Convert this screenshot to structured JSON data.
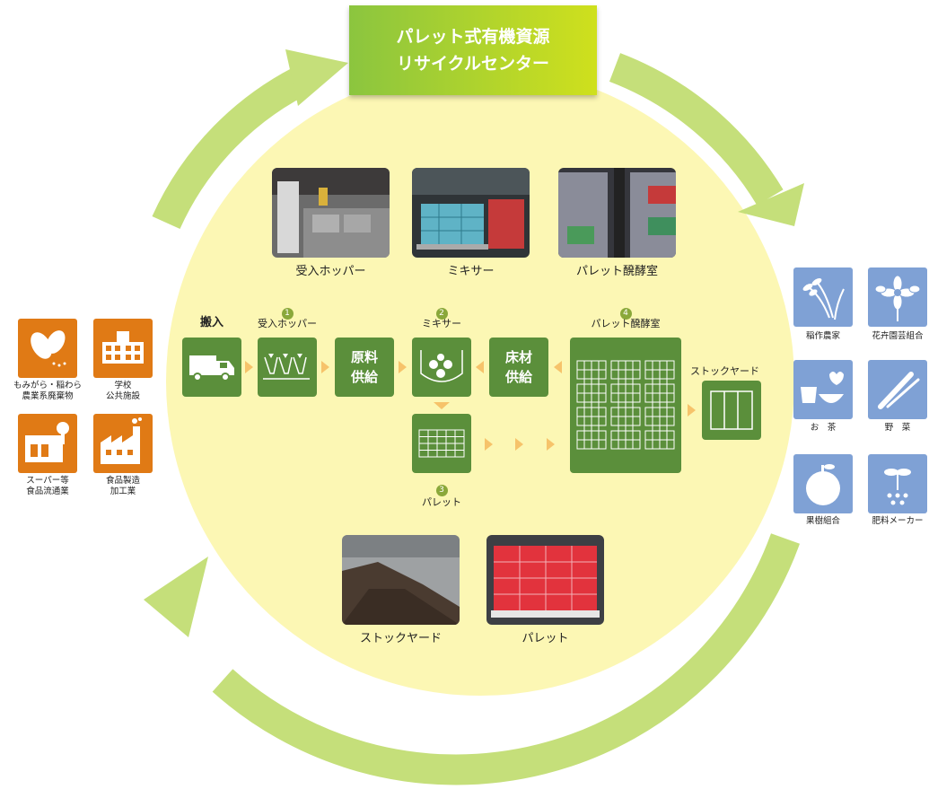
{
  "center": {
    "title_line1": "パレット式有機資源",
    "title_line2": "リサイクルセンター"
  },
  "photos": {
    "hopper": "受入ホッパー",
    "mixer": "ミキサー",
    "fermentation": "パレット醗酵室",
    "stockyard": "ストックヤード",
    "pallet": "パレット"
  },
  "process": {
    "intake": "搬入",
    "step1_num": "1",
    "step1": "受入ホッパー",
    "raw_line1": "原料",
    "raw_line2": "供給",
    "step2_num": "2",
    "step2": "ミキサー",
    "bed_line1": "床材",
    "bed_line2": "供給",
    "step4_num": "4",
    "step4": "パレット醗酵室",
    "step3_num": "3",
    "step3": "パレット",
    "stockyard": "ストックヤード"
  },
  "sources": [
    {
      "label_line1": "もみがら・稲わら",
      "label_line2": "農業系廃棄物",
      "icon": "peanut-icon"
    },
    {
      "label_line1": "学校",
      "label_line2": "公共施設",
      "icon": "school-icon"
    },
    {
      "label_line1": "スーパー等",
      "label_line2": "食品流通業",
      "icon": "store-icon"
    },
    {
      "label_line1": "食品製造",
      "label_line2": "加工業",
      "icon": "factory-icon"
    }
  ],
  "destinations": [
    {
      "label": "稲作農家",
      "icon": "rice-icon"
    },
    {
      "label": "花卉園芸組合",
      "icon": "flower-icon"
    },
    {
      "label": "お　茶",
      "icon": "tea-icon"
    },
    {
      "label": "野　菜",
      "icon": "vegetable-icon"
    },
    {
      "label": "果樹組合",
      "icon": "fruit-icon"
    },
    {
      "label": "肥料メーカー",
      "icon": "fertilizer-icon"
    }
  ],
  "colors": {
    "cycle_arrow": "#c5df7a",
    "center_circle": "#fcf7b4",
    "process_green": "#5b8f3b",
    "connector": "#f6c36a",
    "source_orange": "#e07a15",
    "destination_blue": "#7fa1d5"
  }
}
